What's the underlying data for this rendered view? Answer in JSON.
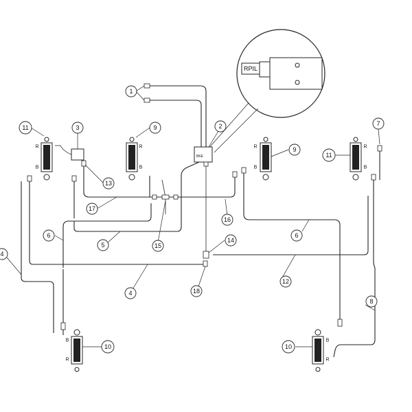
{
  "callouts": [
    {
      "label": "1"
    },
    {
      "label": "2"
    },
    {
      "label": "3"
    },
    {
      "label": "4"
    },
    {
      "label": "5"
    },
    {
      "label": "6"
    },
    {
      "label": "6"
    },
    {
      "label": "7"
    },
    {
      "label": "8"
    },
    {
      "label": "9"
    },
    {
      "label": "9"
    },
    {
      "label": "10"
    },
    {
      "label": "10"
    },
    {
      "label": "11"
    },
    {
      "label": "11"
    },
    {
      "label": "12"
    },
    {
      "label": "13"
    },
    {
      "label": "14"
    },
    {
      "label": "15"
    },
    {
      "label": "16"
    },
    {
      "label": "17"
    },
    {
      "label": "18"
    },
    {
      "label": "4"
    }
  ],
  "port_labels": {
    "r": "R",
    "b": "B",
    "valve": "BKE"
  },
  "detail": {
    "valve_label": "RPIL"
  }
}
